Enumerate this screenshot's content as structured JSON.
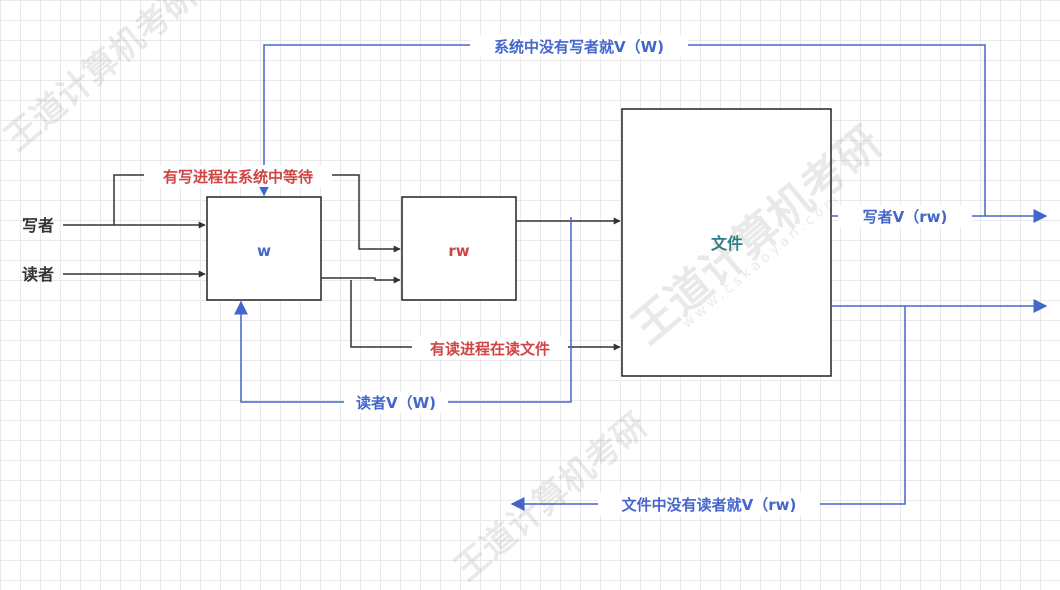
{
  "nodes": {
    "writer": "写者",
    "reader": "读者",
    "w": "w",
    "rw": "rw",
    "file": "文件"
  },
  "edges": {
    "no_writer_v_w": "系统中没有写者就V（W)",
    "writer_waiting": "有写进程在系统中等待",
    "reader_reading": "有读进程在读文件",
    "reader_v_w": "读者V（W)",
    "writer_v_rw": "写者V（rw)",
    "no_reader_v_rw": "文件中没有读者就V（rw)"
  },
  "colors": {
    "blue": "#4466cc",
    "red": "#d04444",
    "black": "#333333",
    "teal": "#2f7f88"
  },
  "watermark": {
    "text": "王道计算机考研",
    "url": "www.cskaoyan.com"
  }
}
